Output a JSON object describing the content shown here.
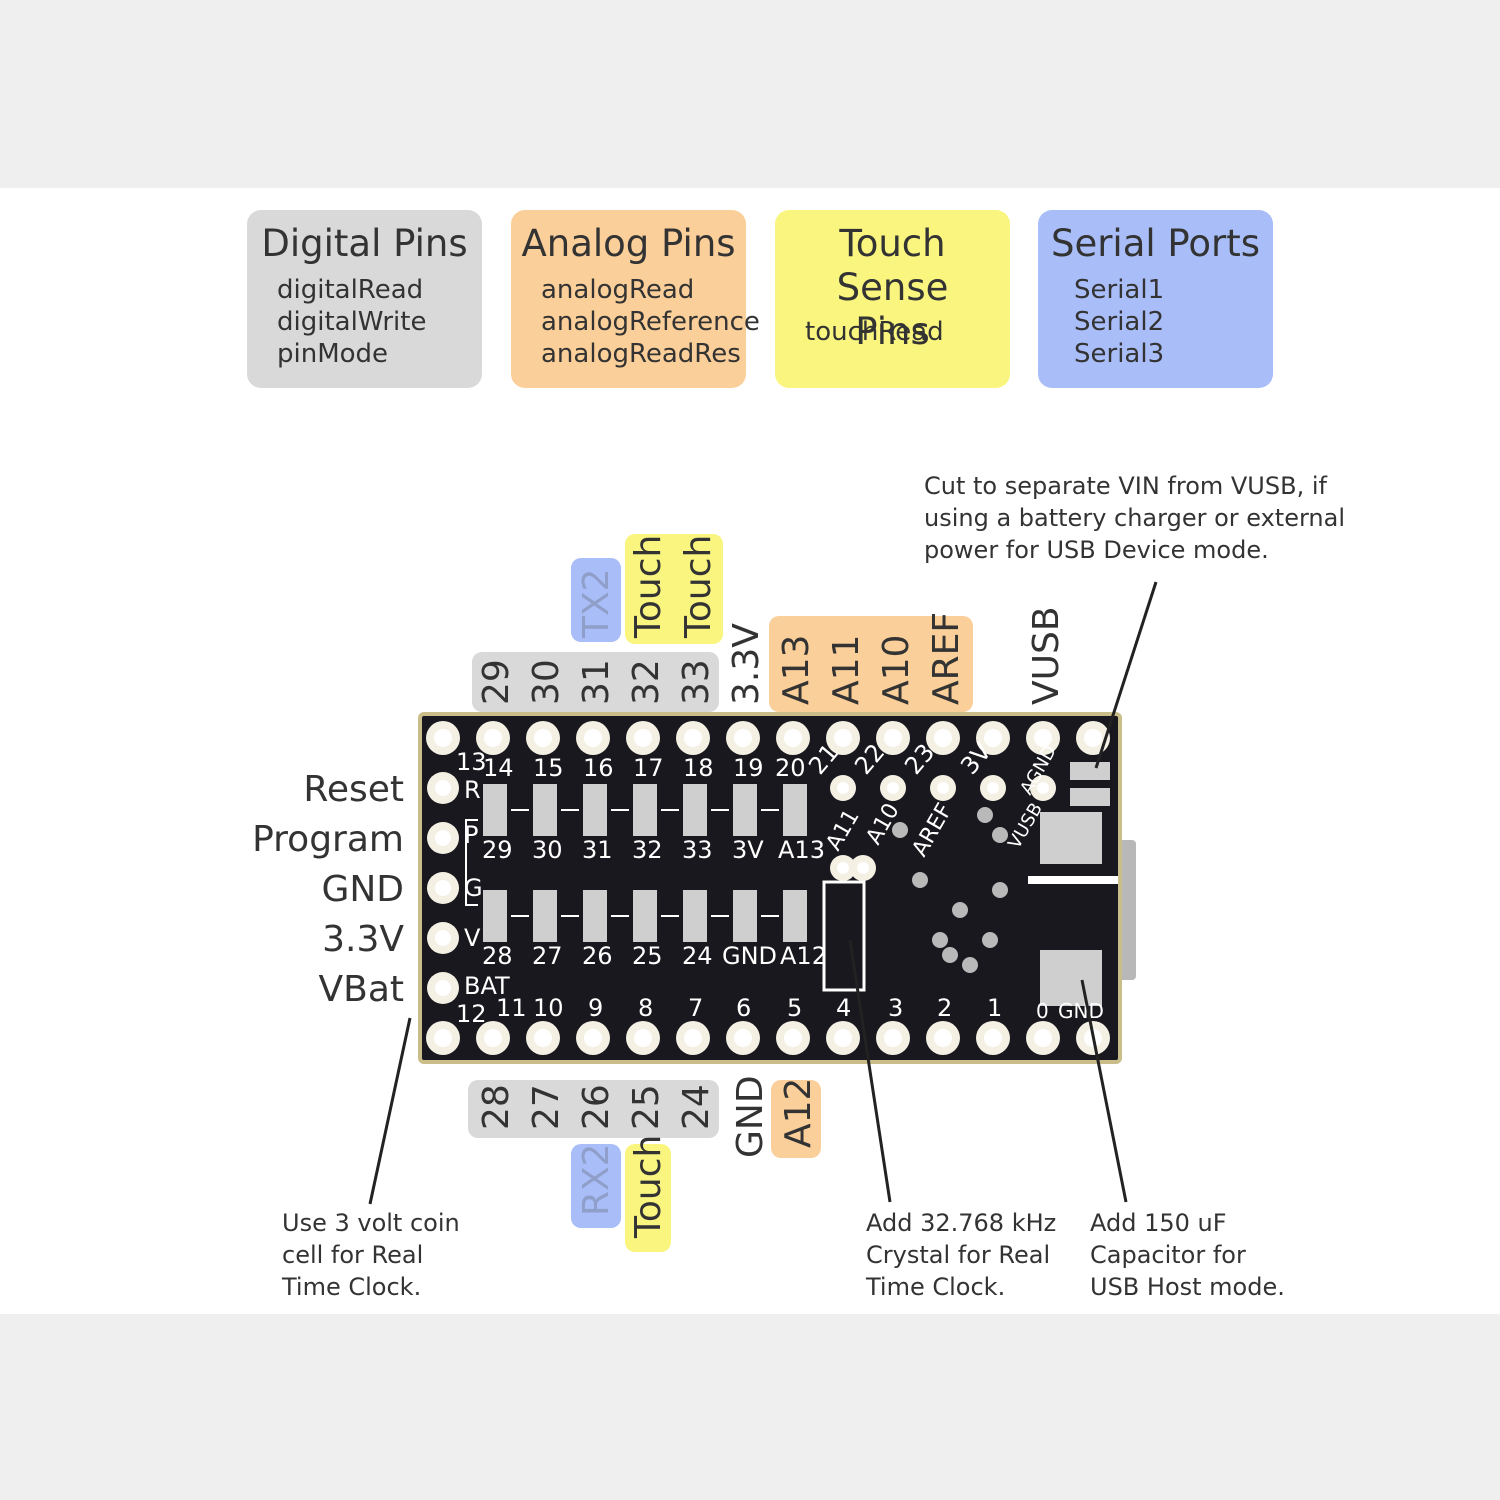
{
  "legend": [
    {
      "title": "Digital Pins",
      "items": [
        "digitalRead",
        "digitalWrite",
        "pinMode"
      ],
      "color": "#d9d9d9"
    },
    {
      "title": "Analog Pins",
      "items": [
        "analogRead",
        "analogReference",
        "analogReadRes"
      ],
      "color": "#fbcf99"
    },
    {
      "title": "Touch Sense Pins",
      "items": [
        "touchRead"
      ],
      "color": "#f9f57f"
    },
    {
      "title": "Serial Ports",
      "items": [
        "Serial1",
        "Serial2",
        "Serial3"
      ],
      "color": "#a9bef8"
    }
  ],
  "top_pins": {
    "digital": [
      "29",
      "30",
      "31",
      "32",
      "33"
    ],
    "power": "3.3V",
    "analog": [
      "A13",
      "A11",
      "A10",
      "AREF"
    ],
    "vusb": "VUSB",
    "serial": "TX2",
    "touch": [
      "Touch",
      "Touch"
    ]
  },
  "bottom_pins": {
    "digital": [
      "28",
      "27",
      "26",
      "25",
      "24"
    ],
    "gnd": "GND",
    "analog": "A12",
    "serial": "RX2",
    "touch": "Touch"
  },
  "side_labels": [
    "Reset",
    "Program",
    "GND",
    "3.3V",
    "VBat"
  ],
  "board_silk": {
    "top_row": [
      "14",
      "15",
      "16",
      "17",
      "18",
      "19",
      "20",
      "21",
      "22",
      "23",
      "3V",
      "AGND"
    ],
    "mid_top": [
      "29",
      "30",
      "31",
      "32",
      "33",
      "3V",
      "A13"
    ],
    "mid_bottom": [
      "28",
      "27",
      "26",
      "25",
      "24",
      "GND",
      "A12"
    ],
    "bottom_row": [
      "11",
      "10",
      "9",
      "8",
      "7",
      "6",
      "5",
      "4",
      "3",
      "2",
      "1",
      "0",
      "GND"
    ],
    "diagonal": [
      "A11",
      "A10",
      "AREF",
      "VUSB"
    ],
    "left": [
      "13",
      "R",
      "P",
      "G",
      "V",
      "BAT",
      "12"
    ]
  },
  "notes": {
    "vusb": "Cut to separate VIN from VUSB, if\nusing a battery charger or external\npower for USB Device mode.",
    "coin": "Use 3 volt coin\ncell for Real\nTime Clock.",
    "crystal": "Add 32.768 kHz\nCrystal for Real\nTime Clock.",
    "capacitor": "Add 150 uF\nCapacitor for\nUSB Host mode."
  },
  "colors": {
    "digital": "#d9d9d9",
    "analog": "#fbcf99",
    "touch": "#f9f57f",
    "serial": "#a9bef8",
    "board": "#18181e"
  }
}
